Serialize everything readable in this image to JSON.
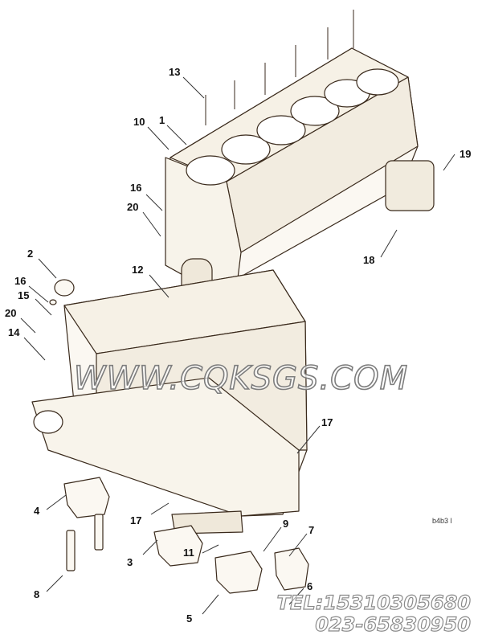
{
  "callouts": [
    "13",
    "10",
    "1",
    "16",
    "20",
    "19",
    "18",
    "2",
    "16",
    "15",
    "20",
    "14",
    "12",
    "17",
    "4",
    "17",
    "9",
    "7",
    "3",
    "11",
    "6",
    "8",
    "5"
  ],
  "watermark": "WWW.CQKSGS.COM",
  "contact": {
    "tel": "TEL:15310305680",
    "phone": "023-65830950"
  },
  "figure_id": "b4b3 l",
  "colors": {
    "line": "#3a2a1c",
    "part_fill": "#fbf8f2",
    "leader": "#333333",
    "watermark_stroke": "#7d7d7d"
  }
}
